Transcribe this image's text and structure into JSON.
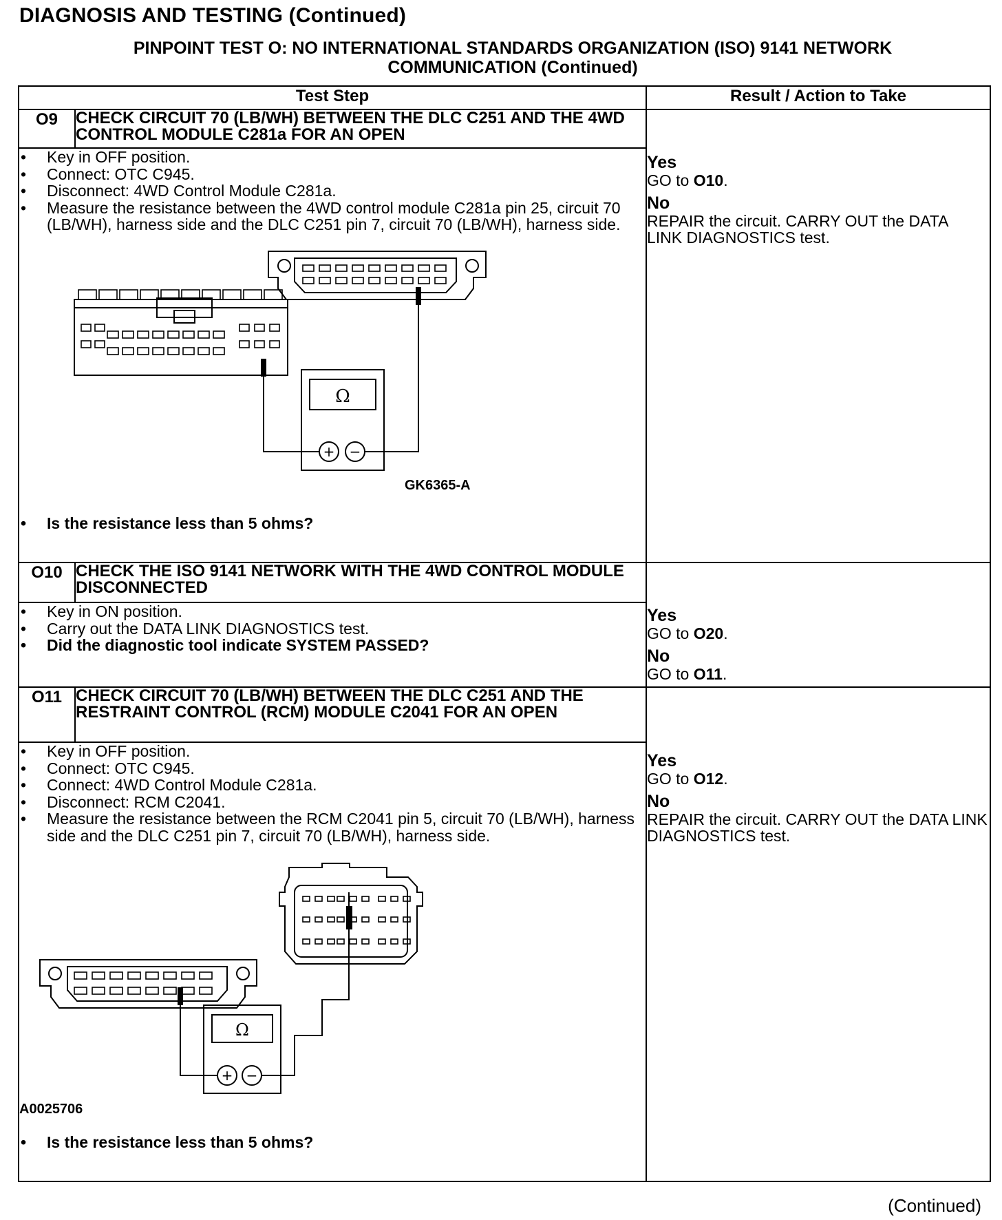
{
  "page": {
    "title": "DIAGNOSIS AND TESTING (Continued)",
    "subtitle_line1": "PINPOINT TEST O: NO INTERNATIONAL STANDARDS ORGANIZATION (ISO) 9141 NETWORK",
    "subtitle_line2": "COMMUNICATION (Continued)",
    "footer": "(Continued)"
  },
  "table": {
    "col_test_step": "Test Step",
    "col_result": "Result / Action to Take"
  },
  "steps": [
    {
      "id": "O9",
      "title": "CHECK CIRCUIT 70 (LB/WH) BETWEEN THE DLC C251 AND THE 4WD CONTROL MODULE C281a FOR AN OPEN",
      "bullets": [
        "Key in OFF position.",
        "Connect: OTC C945.",
        "Disconnect: 4WD Control Module C281a.",
        "Measure the resistance between the 4WD control module C281a pin 25, circuit 70 (LB/WH), harness side and the DLC C251 pin 7, circuit 70 (LB/WH), harness side."
      ],
      "figure_label": "GK6365-A",
      "question": "Is the resistance less than 5 ohms?",
      "yes_label": "Yes",
      "yes_prefix": "GO to ",
      "yes_target": "O10",
      "yes_suffix": ".",
      "no_label": "No",
      "no_text": "REPAIR the circuit. CARRY OUT the DATA LINK DIAGNOSTICS test."
    },
    {
      "id": "O10",
      "title": "CHECK THE ISO 9141 NETWORK WITH THE 4WD CONTROL MODULE DISCONNECTED",
      "bullets": [
        "Key in ON position.",
        "Carry out the DATA LINK DIAGNOSTICS test."
      ],
      "question": "Did the diagnostic tool indicate SYSTEM PASSED?",
      "yes_label": "Yes",
      "yes_prefix": "GO to ",
      "yes_target": "O20",
      "yes_suffix": ".",
      "no_label": "No",
      "no_prefix": "GO to ",
      "no_target": "O11",
      "no_suffix": "."
    },
    {
      "id": "O11",
      "title": "CHECK CIRCUIT 70 (LB/WH) BETWEEN THE DLC C251 AND THE RESTRAINT CONTROL (RCM) MODULE C2041 FOR AN OPEN",
      "bullets": [
        "Key in OFF position.",
        "Connect: OTC C945.",
        "Connect: 4WD Control Module C281a.",
        "Disconnect: RCM C2041.",
        "Measure the resistance between the RCM C2041 pin 5, circuit 70 (LB/WH), harness side and the DLC C251 pin 7, circuit 70 (LB/WH), harness side."
      ],
      "figure_label": "A0025706",
      "question": "Is the resistance less than 5 ohms?",
      "yes_label": "Yes",
      "yes_prefix": "GO to ",
      "yes_target": "O12",
      "yes_suffix": ".",
      "no_label": "No",
      "no_text": "REPAIR the circuit. CARRY OUT the DATA LINK DIAGNOSTICS test."
    }
  ],
  "meter": {
    "symbol": "Ω",
    "plus": "+",
    "minus": "−"
  }
}
